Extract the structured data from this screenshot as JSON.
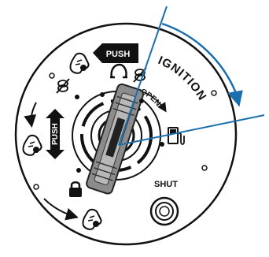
{
  "labels": {
    "push_top": "PUSH",
    "push_left": "PUSH",
    "ignition": "IGNITION",
    "open": "OPEN",
    "shut": "SHUT"
  },
  "colors": {
    "ink": "#111111",
    "line": "#1a6fae",
    "key": "#8c8c8c",
    "key_light": "#b8b8b8",
    "background": "#ffffff"
  },
  "icons": [
    "hand-turning-icon",
    "crossed-fan-icon",
    "horn-icon",
    "fuel-pump-icon",
    "padlock-icon",
    "shut-button-icon",
    "direction-arrow-icon"
  ]
}
